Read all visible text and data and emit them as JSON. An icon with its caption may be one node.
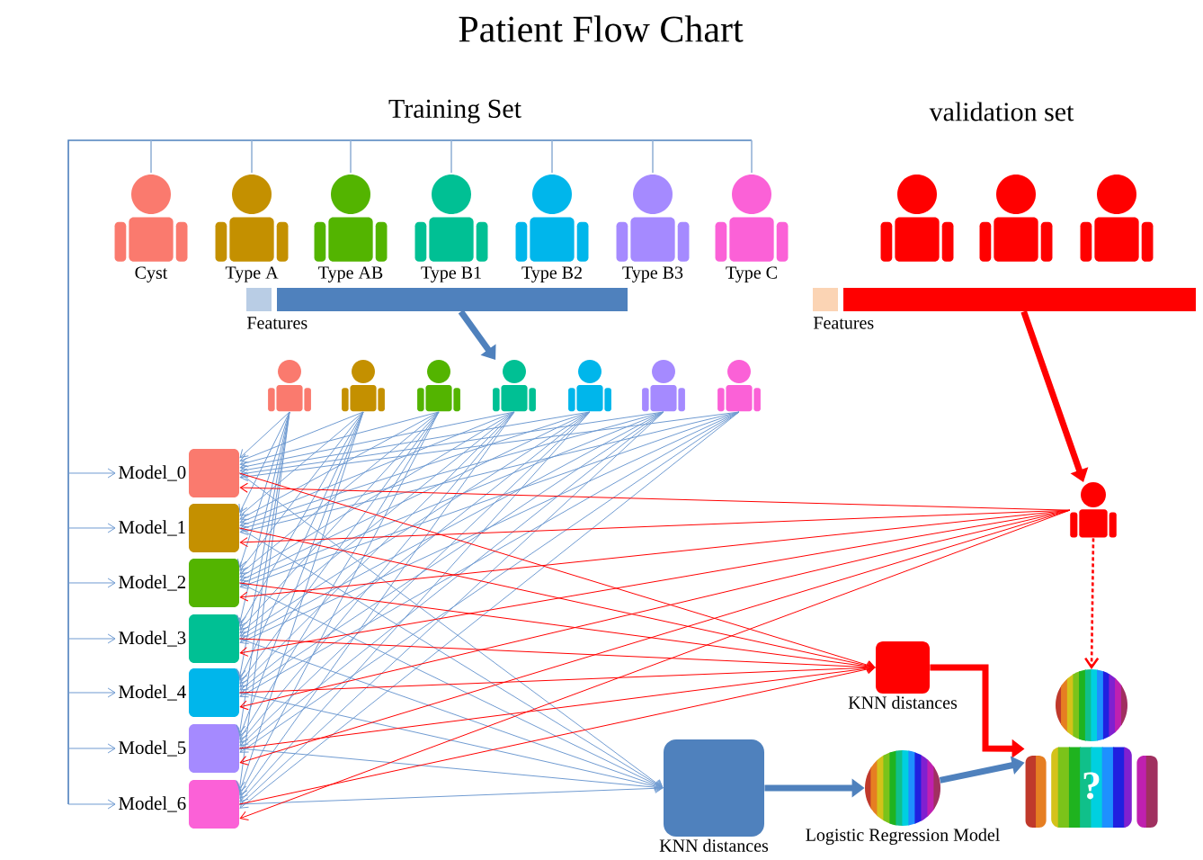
{
  "diagram": {
    "title": "Patient Flow Chart",
    "nodes": [
      {
        "text": [
          "Cyst"
        ]
      },
      {
        "text": [
          "Type A"
        ]
      },
      {
        "text": [
          "Type AB"
        ]
      },
      {
        "text": [
          "Type B1"
        ]
      },
      {
        "text": [
          "Type B2"
        ]
      },
      {
        "text": [
          "Type B3"
        ]
      },
      {
        "text": [
          "Type C"
        ]
      },
      {
        "text": [],
        "shape": "person"
      },
      {
        "text": [],
        "shape": "person"
      },
      {
        "text": [],
        "shape": "person"
      },
      {
        "text": [
          "Features"
        ]
      },
      {
        "text": [
          "Features"
        ]
      },
      {
        "text": [],
        "shape": "person"
      },
      {
        "text": [],
        "shape": "person"
      },
      {
        "text": [],
        "shape": "person"
      },
      {
        "text": [],
        "shape": "person"
      },
      {
        "text": [],
        "shape": "person"
      },
      {
        "text": [],
        "shape": "person"
      },
      {
        "text": [],
        "shape": "person"
      },
      {
        "text": [
          "Model_0"
        ]
      },
      {
        "text": [
          "Model_1"
        ]
      },
      {
        "text": [
          "Model_2"
        ]
      },
      {
        "text": [
          "Model_3"
        ]
      },
      {
        "text": [
          "Model_4"
        ]
      },
      {
        "text": [
          "Model_5"
        ]
      },
      {
        "text": [
          "Model_6"
        ]
      },
      {
        "text": [],
        "shape": "person"
      },
      {
        "text": [
          "KNN distances"
        ]
      },
      {
        "text": [
          "KNN distances"
        ]
      },
      {
        "text": [
          "Logistic Regression Model"
        ]
      },
      {
        "text": [
          "?"
        ]
      }
    ],
    "edges": [
      {
        "from": 10,
        "to": 15,
        "arrow": "to",
        "style": "thick"
      },
      {
        "from": 11,
        "to": 26,
        "arrow": "to",
        "style": "thick",
        "color": "#ff0000"
      },
      {
        "from": null,
        "to": 19,
        "arrow": "to"
      },
      {
        "from": null,
        "to": 20,
        "arrow": "to"
      },
      {
        "from": null,
        "to": 21,
        "arrow": "to"
      },
      {
        "from": null,
        "to": 22,
        "arrow": "to"
      },
      {
        "from": null,
        "to": 23,
        "arrow": "to"
      },
      {
        "from": null,
        "to": 24,
        "arrow": "to"
      },
      {
        "from": null,
        "to": 25,
        "arrow": "to"
      },
      {
        "from": 12,
        "to": 19,
        "arrow": "to"
      },
      {
        "from": 12,
        "to": 20,
        "arrow": "to"
      },
      {
        "from": 12,
        "to": 21,
        "arrow": "to"
      },
      {
        "from": 12,
        "to": 22,
        "arrow": "to"
      },
      {
        "from": 12,
        "to": 23,
        "arrow": "to"
      },
      {
        "from": 12,
        "to": 24,
        "arrow": "to"
      },
      {
        "from": 12,
        "to": 25,
        "arrow": "to"
      },
      {
        "from": 13,
        "to": 19,
        "arrow": "to"
      },
      {
        "from": 13,
        "to": 20,
        "arrow": "to"
      },
      {
        "from": 13,
        "to": 21,
        "arrow": "to"
      },
      {
        "from": 13,
        "to": 22,
        "arrow": "to"
      },
      {
        "from": 13,
        "to": 23,
        "arrow": "to"
      },
      {
        "from": 13,
        "to": 24,
        "arrow": "to"
      },
      {
        "from": 13,
        "to": 25,
        "arrow": "to"
      },
      {
        "from": 14,
        "to": 19,
        "arrow": "to"
      },
      {
        "from": 14,
        "to": 20,
        "arrow": "to"
      },
      {
        "from": 14,
        "to": 21,
        "arrow": "to"
      },
      {
        "from": 14,
        "to": 22,
        "arrow": "to"
      },
      {
        "from": 14,
        "to": 23,
        "arrow": "to"
      },
      {
        "from": 14,
        "to": 24,
        "arrow": "to"
      },
      {
        "from": 14,
        "to": 25,
        "arrow": "to"
      },
      {
        "from": 15,
        "to": 19,
        "arrow": "to"
      },
      {
        "from": 15,
        "to": 20,
        "arrow": "to"
      },
      {
        "from": 15,
        "to": 21,
        "arrow": "to"
      },
      {
        "from": 15,
        "to": 22,
        "arrow": "to"
      },
      {
        "from": 15,
        "to": 23,
        "arrow": "to"
      },
      {
        "from": 15,
        "to": 24,
        "arrow": "to"
      },
      {
        "from": 15,
        "to": 25,
        "arrow": "to"
      },
      {
        "from": 16,
        "to": 19,
        "arrow": "to"
      },
      {
        "from": 16,
        "to": 20,
        "arrow": "to"
      },
      {
        "from": 16,
        "to": 21,
        "arrow": "to"
      },
      {
        "from": 16,
        "to": 22,
        "arrow": "to"
      },
      {
        "from": 16,
        "to": 23,
        "arrow": "to"
      },
      {
        "from": 16,
        "to": 24,
        "arrow": "to"
      },
      {
        "from": 16,
        "to": 25,
        "arrow": "to"
      },
      {
        "from": 17,
        "to": 19,
        "arrow": "to"
      },
      {
        "from": 17,
        "to": 20,
        "arrow": "to"
      },
      {
        "from": 17,
        "to": 21,
        "arrow": "to"
      },
      {
        "from": 17,
        "to": 22,
        "arrow": "to"
      },
      {
        "from": 17,
        "to": 23,
        "arrow": "to"
      },
      {
        "from": 17,
        "to": 24,
        "arrow": "to"
      },
      {
        "from": 17,
        "to": 25,
        "arrow": "to"
      },
      {
        "from": 18,
        "to": 19,
        "arrow": "to"
      },
      {
        "from": 18,
        "to": 20,
        "arrow": "to"
      },
      {
        "from": 18,
        "to": 21,
        "arrow": "to"
      },
      {
        "from": 18,
        "to": 22,
        "arrow": "to"
      },
      {
        "from": 18,
        "to": 23,
        "arrow": "to"
      },
      {
        "from": 18,
        "to": 24,
        "arrow": "to"
      },
      {
        "from": 18,
        "to": 25,
        "arrow": "to"
      },
      {
        "from": 19,
        "to": 28,
        "arrow": "to"
      },
      {
        "from": 20,
        "to": 28,
        "arrow": "to"
      },
      {
        "from": 21,
        "to": 28,
        "arrow": "to"
      },
      {
        "from": 22,
        "to": 28,
        "arrow": "to"
      },
      {
        "from": 23,
        "to": 28,
        "arrow": "to"
      },
      {
        "from": 24,
        "to": 28,
        "arrow": "to"
      },
      {
        "from": 25,
        "to": 28,
        "arrow": "to"
      },
      {
        "from": 26,
        "to": 19,
        "arrow": "to",
        "color": "#ff0000"
      },
      {
        "from": 26,
        "to": 20,
        "arrow": "to",
        "color": "#ff0000"
      },
      {
        "from": 26,
        "to": 21,
        "arrow": "to",
        "color": "#ff0000"
      },
      {
        "from": 26,
        "to": 22,
        "arrow": "to",
        "color": "#ff0000"
      },
      {
        "from": 26,
        "to": 23,
        "arrow": "to",
        "color": "#ff0000"
      },
      {
        "from": 26,
        "to": 24,
        "arrow": "to",
        "color": "#ff0000"
      },
      {
        "from": 26,
        "to": 25,
        "arrow": "to",
        "color": "#ff0000"
      },
      {
        "from": 19,
        "to": 27,
        "arrow": "to",
        "color": "#ff0000"
      },
      {
        "from": 20,
        "to": 27,
        "arrow": "to",
        "color": "#ff0000"
      },
      {
        "from": 21,
        "to": 27,
        "arrow": "to",
        "color": "#ff0000"
      },
      {
        "from": 22,
        "to": 27,
        "arrow": "to",
        "color": "#ff0000"
      },
      {
        "from": 23,
        "to": 27,
        "arrow": "to",
        "color": "#ff0000"
      },
      {
        "from": 24,
        "to": 27,
        "arrow": "to",
        "color": "#ff0000"
      },
      {
        "from": 25,
        "to": 27,
        "arrow": "to",
        "color": "#ff0000"
      },
      {
        "from": 26,
        "to": 30,
        "arrow": "to",
        "style": "dashed",
        "color": "#ff0000"
      },
      {
        "from": 27,
        "to": 30,
        "arrow": "to",
        "style": "thick",
        "color": "#ff0000"
      },
      {
        "from": 28,
        "to": 29,
        "arrow": "to",
        "style": "thick"
      },
      {
        "from": 29,
        "to": 30,
        "arrow": "to",
        "style": "thick"
      }
    ],
    "labels": [
      "Training Set",
      "validation set"
    ]
  }
}
